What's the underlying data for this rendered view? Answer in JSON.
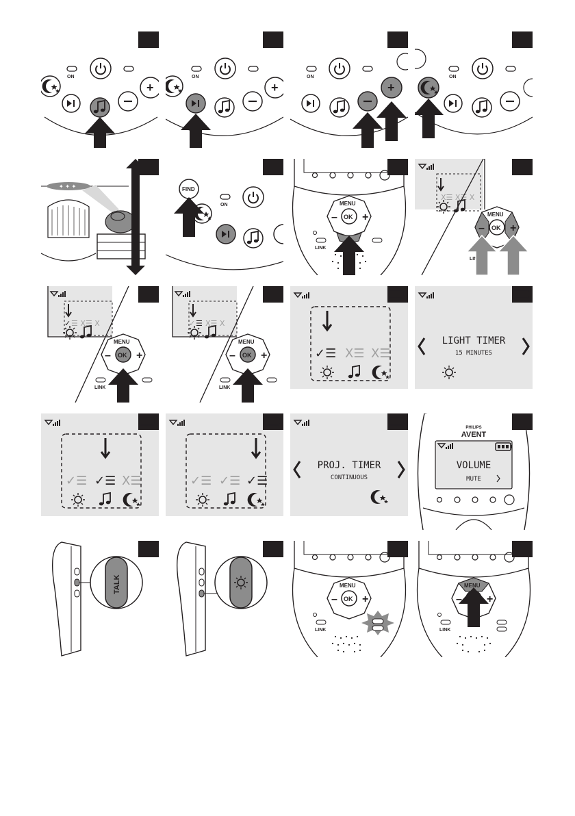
{
  "labels": {
    "on": "ON",
    "find": "FIND",
    "menu": "MENU",
    "ok": "OK",
    "link": "LINK",
    "talk": "TALK",
    "brand_top": "PHILIPS",
    "brand": "AVENT"
  },
  "screens": {
    "light_timer_title": "LIGHT TIMER",
    "light_timer_value": "15 MINUTES",
    "proj_timer_title": "PROJ. TIMER",
    "proj_timer_value": "CONTINUOUS",
    "volume_title": "VOLUME",
    "volume_value": "MUTE"
  },
  "colors": {
    "ink": "#231f20",
    "pressed": "#8c8c8c",
    "lcd": "#e6e6e6",
    "grey_text": "#a0a0a0"
  }
}
